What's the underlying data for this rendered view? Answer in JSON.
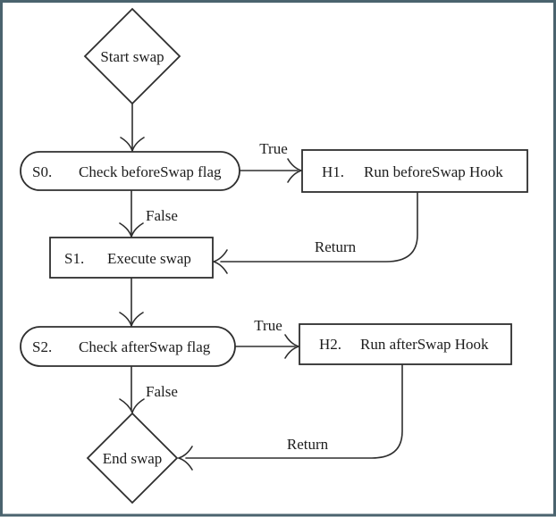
{
  "flowchart": {
    "nodes": {
      "start": {
        "label": "Start swap",
        "shape": "diamond"
      },
      "s0": {
        "id": "S0.",
        "label": "Check beforeSwap flag",
        "shape": "stadium"
      },
      "h1": {
        "id": "H1.",
        "label": "Run beforeSwap Hook",
        "shape": "rectangle"
      },
      "s1": {
        "id": "S1.",
        "label": "Execute swap",
        "shape": "rectangle"
      },
      "s2": {
        "id": "S2.",
        "label": "Check afterSwap flag",
        "shape": "stadium"
      },
      "h2": {
        "id": "H2.",
        "label": "Run afterSwap Hook",
        "shape": "rectangle"
      },
      "end": {
        "label": "End swap",
        "shape": "diamond"
      }
    },
    "edge_labels": {
      "s0_to_h1": "True",
      "s0_to_s1": "False",
      "h1_to_s1": "Return",
      "s2_to_h2": "True",
      "s2_to_end": "False",
      "h2_to_end": "Return"
    },
    "colors": {
      "frame_border": "#4a636e",
      "line": "#2e2e2e",
      "text": "#1c1c1c",
      "background": "#ffffff"
    }
  }
}
